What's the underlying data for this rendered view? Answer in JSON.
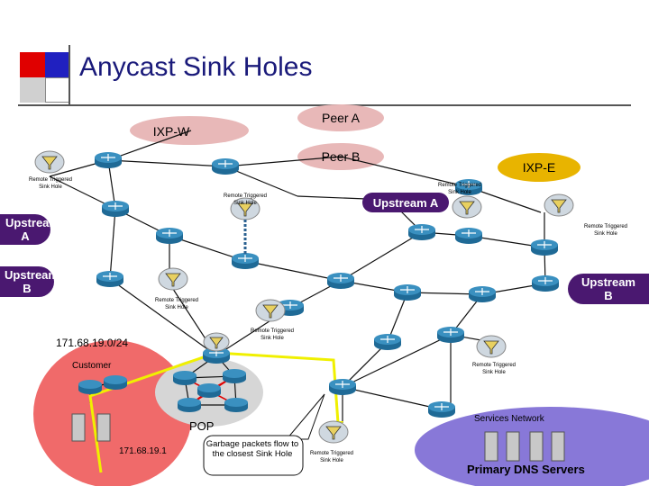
{
  "slide": {
    "title": "Anycast Sink Holes"
  },
  "exchanges": {
    "ixp_w": "IXP-W",
    "peer_a": "Peer A",
    "peer_b": "Peer B",
    "ixp_e": "IXP-E"
  },
  "upstreams": {
    "upstream_a_left": "Upstream A",
    "upstream_b_left": "Upstream B",
    "upstream_a_right": "Upstream A",
    "upstream_b_right": "Upstream B"
  },
  "sink_hole_label": "Remote Triggered Sink Hole",
  "customer_block": {
    "prefix": "171.68.19.0/24",
    "customer": "Customer",
    "host": "171.68.19.1"
  },
  "pop_label": "POP",
  "callout": "Garbage packets flow to the closest Sink Hole",
  "services": {
    "network": "Services Network",
    "servers": "Primary DNS Servers"
  },
  "colors": {
    "title": "#1a1a7a",
    "exchange_fill": "#e8b8b8",
    "ixp_e_fill": "#e8b400",
    "upstream_fill": "#4a1870",
    "customer_fill": "#f06a6a",
    "services_fill": "#8878d8",
    "router": "#3a90c0",
    "attack_path": "#f0f000",
    "pop_path": "#e00000"
  }
}
